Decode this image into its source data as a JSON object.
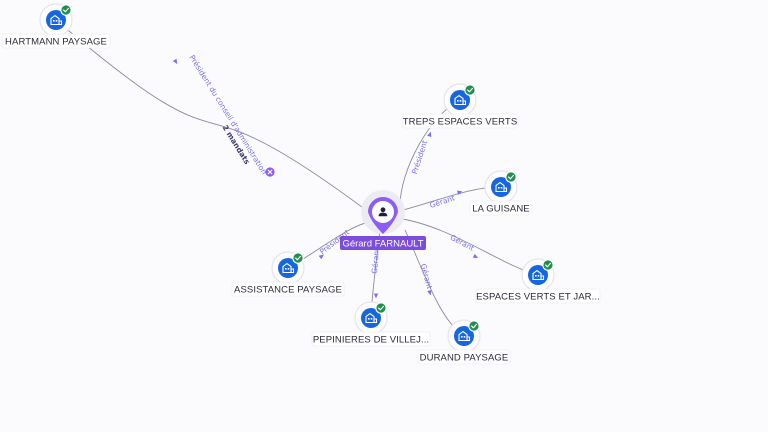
{
  "center": {
    "name": "Gérard FARNAULT"
  },
  "companies": [
    {
      "id": "hartmann",
      "name": "HARTMANN PAYSAGE",
      "verified": true
    },
    {
      "id": "treps",
      "name": "TREPS ESPACES VERTS",
      "verified": true
    },
    {
      "id": "guisane",
      "name": "LA GUISANE",
      "verified": true
    },
    {
      "id": "espaces",
      "name": "ESPACES VERTS ET JAR...",
      "verified": true
    },
    {
      "id": "durand",
      "name": "DURAND PAYSAGE",
      "verified": true
    },
    {
      "id": "pepinieres",
      "name": "PEPINIERES DE VILLEJ...",
      "verified": true
    },
    {
      "id": "assistance",
      "name": "ASSISTANCE PAYSAGE",
      "verified": true
    }
  ],
  "relations": [
    {
      "target": "hartmann",
      "role": "Président du conseil d'administration",
      "extra": "2 mandats"
    },
    {
      "target": "treps",
      "role": "Président"
    },
    {
      "target": "guisane",
      "role": "Gérant"
    },
    {
      "target": "espaces",
      "role": "Gérant"
    },
    {
      "target": "durand",
      "role": "Gérant"
    },
    {
      "target": "pepinieres",
      "role": "Gérant"
    },
    {
      "target": "assistance",
      "role": "Président"
    }
  ],
  "colors": {
    "accent": "#7c4ddc",
    "node": "#1666e0",
    "verified": "#1f8f4e",
    "edge": "#8a8aa0",
    "relation_text": "#7c6ff0"
  },
  "icons": {
    "company": "building-icon",
    "verified": "check-badge-icon",
    "person": "user-icon",
    "multi_mandate": "close-icon"
  }
}
